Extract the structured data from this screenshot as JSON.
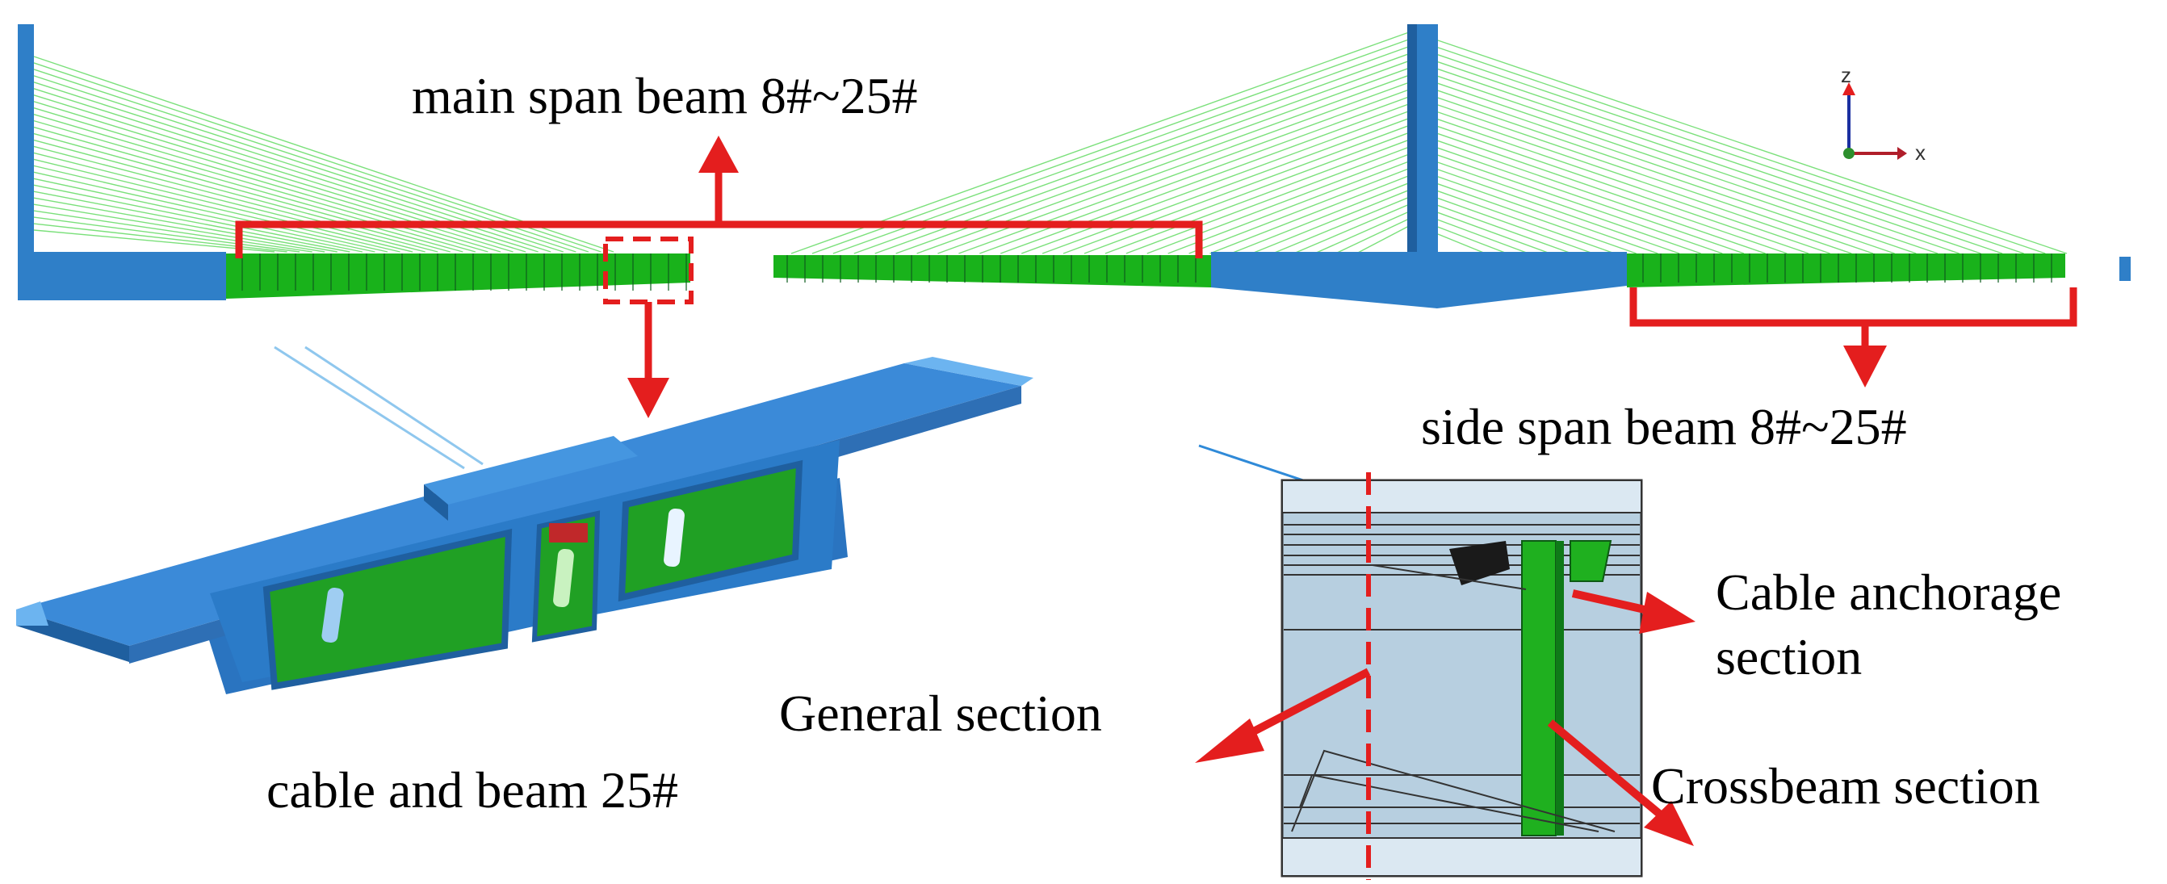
{
  "labels": {
    "main_span": "main span beam 8#~25#",
    "side_span": "side span beam 8#~25#",
    "cable_beam": "cable and beam 25#",
    "general_section": "General section",
    "anchorage_line1": "Cable anchorage",
    "anchorage_line2": "section",
    "crossbeam_section": "Crossbeam section"
  },
  "axes": {
    "z": "z",
    "x": "x"
  },
  "colors": {
    "pylon_blue": "#2f7fc8",
    "deck_blue": "#2f7fc8",
    "beam_green": "#19b21b",
    "cable_green": "#7be07b",
    "callout_red": "#e41e1e",
    "section_fill": "#b7cfe0"
  }
}
